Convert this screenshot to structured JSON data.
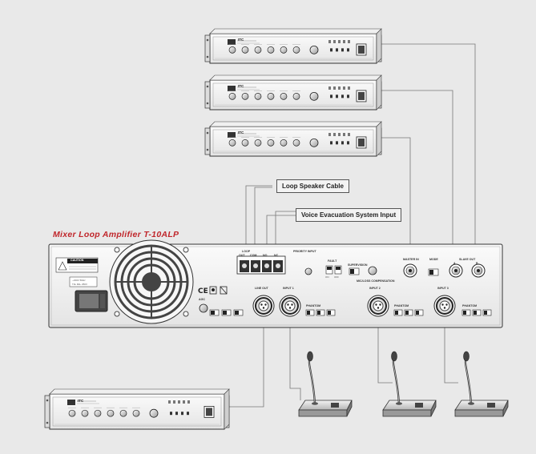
{
  "diagram": {
    "title": "Mixer Loop Amplifier  T-10ALP",
    "labels": {
      "loop_speaker_cable": "Loop Speaker Cable",
      "voice_evacuation": "Voice Evacuation System Input"
    },
    "rear_panel": {
      "caution": "CAUTION",
      "voltage": "~230V 50Hz",
      "fuse": "T4L 8AL 250V",
      "loop": "LOOP",
      "priority_input": "PRIORITY INPUT",
      "fault": "FAULT",
      "supervision": "SUPERVISION",
      "terminals": [
        "OUT",
        "COM",
        "NO",
        "NC"
      ],
      "master_in": "MASTER IN",
      "slave_out": "SLAVE OUT",
      "mode": "MODE",
      "line_out": "LINE OUT",
      "input_1": "INPUT 1",
      "input_2": "INPUT 2",
      "input_3": "INPUT 3",
      "phantom": "PHANTOM",
      "agc": "AGC",
      "mic_loss": "MIC/LOSS COMPENSATION",
      "a_label": "A",
      "b_label": "B",
      "on_off": [
        "ON",
        "OFF"
      ]
    },
    "rack_brand": "ITC"
  }
}
